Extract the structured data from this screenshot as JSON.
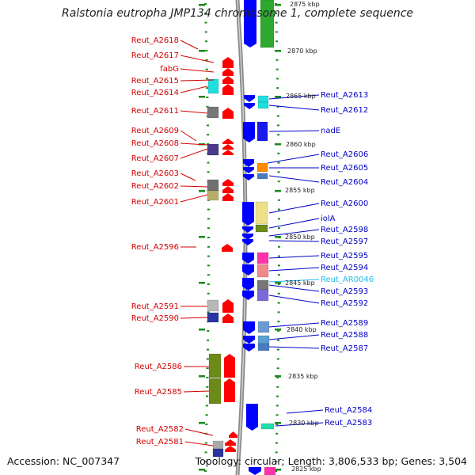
{
  "title": "Ralstonia eutropha JMP134 chromosome 1, complete sequence",
  "accession": "Accession: NC_007347",
  "topology": "Topology: circular; Length: 3,806,533 bp; Genes: 3,504",
  "colors": {
    "left_label": "#d40000",
    "right_label": "#0000c8",
    "rna_label": "#22bbee",
    "minus_strand": "#ff0000",
    "plus_strand": "#0000ff",
    "tick_green": "#1a8a1a",
    "axis": "#888888"
  },
  "ticks": [
    "2875 kbp",
    "2870 kbp",
    "2865 kbp",
    "2860 kbp",
    "2855 kbp",
    "2850 kbp",
    "2845 kbp",
    "2840 kbp",
    "2835 kbp",
    "2830 kbp",
    "2825 kbp"
  ],
  "left_genes": [
    "Reut_A2618",
    "Reut_A2617",
    "fabG",
    "Reut_A2615",
    "Reut_A2614",
    "Reut_A2611",
    "Reut_A2609",
    "Reut_A2608",
    "Reut_A2607",
    "Reut_A2603",
    "Reut_A2602",
    "Reut_A2601",
    "Reut_A2596",
    "Reut_A2591",
    "Reut_A2590",
    "Reut_A2586",
    "Reut_A2585",
    "Reut_A2582",
    "Reut_A2581"
  ],
  "right_genes": [
    "Reut_A2613",
    "Reut_A2612",
    "nadE",
    "Reut_A2606",
    "Reut_A2605",
    "Reut_A2604",
    "Reut_A2600",
    "iolA",
    "Reut_A2598",
    "Reut_A2597",
    "Reut_A2595",
    "Reut_A2594",
    "Reut_AR0046",
    "Reut_A2593",
    "Reut_A2592",
    "Reut_A2589",
    "Reut_A2588",
    "Reut_A2587",
    "Reut_A2584",
    "Reut_A2583"
  ]
}
